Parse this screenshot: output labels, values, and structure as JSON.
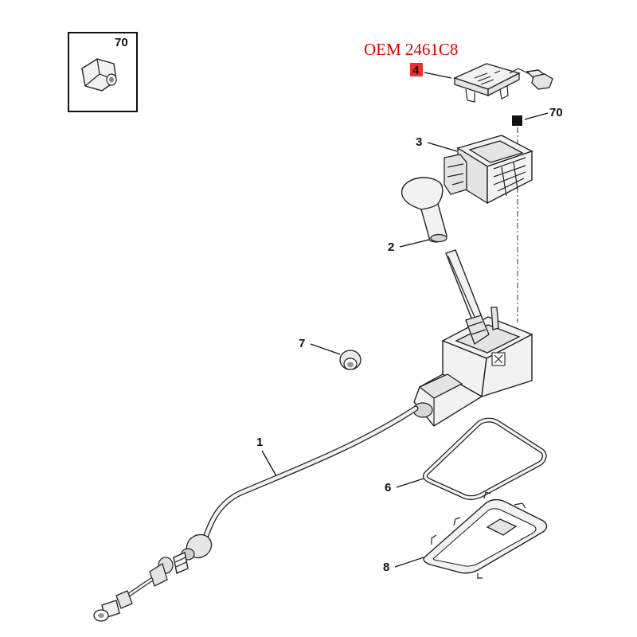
{
  "oem_label": "OEM 2461C8",
  "inset": {
    "number": "70"
  },
  "callouts": {
    "c1": "1",
    "c2": "2",
    "c3": "3",
    "c4": "4",
    "c6": "6",
    "c7": "7",
    "c8": "8",
    "c70": "70"
  },
  "colors": {
    "oem_text": "#e00000",
    "highlight_box": "#e83030",
    "line": "#222222"
  }
}
